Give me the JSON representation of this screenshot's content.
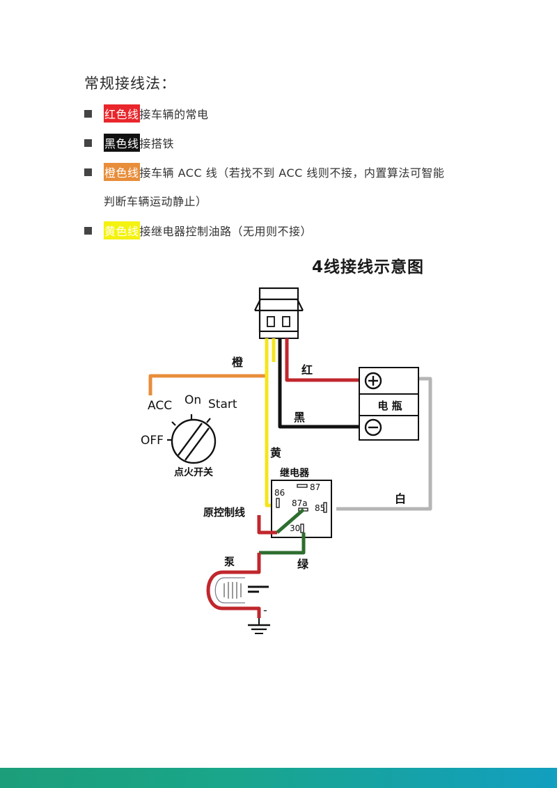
{
  "section_title": "常规接线法：",
  "rules": [
    {
      "highlight": "红色线",
      "text": "接车辆的常电",
      "color": "#e8262b"
    },
    {
      "highlight": "黑色线",
      "text": "接搭铁",
      "color": "#111111"
    },
    {
      "highlight": "橙色线",
      "text": "接车辆 ACC 线（若找不到 ACC 线则不接，内置算法可智能",
      "continuation": "判断车辆运动静止）",
      "color": "#e88d3a"
    },
    {
      "highlight": "黄色线",
      "text": "接继电器控制油路（无用则不接）",
      "color": "#f4f20f"
    }
  ],
  "diagram": {
    "title": "4线接线示意图",
    "wire_labels": {
      "orange": "橙",
      "red": "红",
      "black": "黑",
      "yellow": "黄",
      "white": "白",
      "green": "绿"
    },
    "battery": {
      "plus": "+",
      "minus": "−",
      "label": "电 瓶"
    },
    "ignition": {
      "acc": "ACC",
      "on": "On",
      "start": "Start",
      "off": "OFF",
      "label": "点火开关"
    },
    "relay": {
      "label": "继电器",
      "pin87": "87",
      "pin86": "86",
      "pin87a": "87a",
      "pin85": "85",
      "pin30": "30"
    },
    "original_control": "原控制线",
    "pump": "泵",
    "ground_sign": "-",
    "colors": {
      "orange": "#e88d3a",
      "red": "#c0272d",
      "black": "#111111",
      "yellow": "#f4e51c",
      "white": "#b5b5b5",
      "green": "#2e6e2f"
    }
  }
}
